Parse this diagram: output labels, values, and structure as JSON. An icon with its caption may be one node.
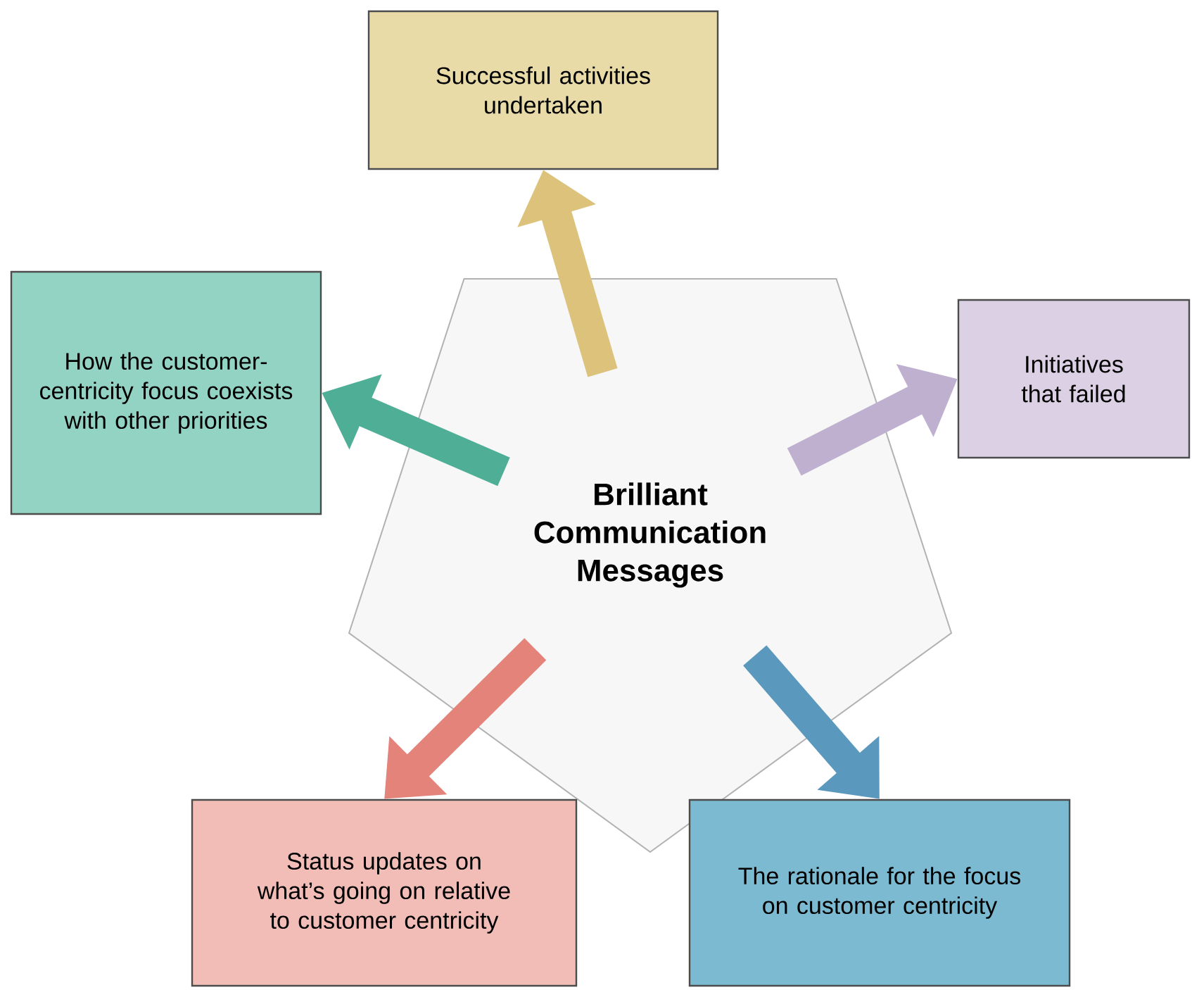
{
  "diagram": {
    "nodes": [
      {
        "text": [
          "Brilliant Communication Messages"
        ]
      },
      {
        "text": [
          "Successful activities undertaken"
        ]
      },
      {
        "text": [
          "How the customer-centricity focus coexists with other priorities"
        ]
      },
      {
        "text": [
          "Initiatives that failed"
        ]
      },
      {
        "text": [
          "Status updates on what’s going on relative to customer centricity"
        ]
      },
      {
        "text": [
          "The rationale for the focus on customer centricity"
        ]
      }
    ],
    "edges": [
      {
        "from": 0,
        "to": 1,
        "arrow": "to",
        "color": "#dcc27a"
      },
      {
        "from": 0,
        "to": 2,
        "arrow": "to",
        "color": "#4fae96"
      },
      {
        "from": 0,
        "to": 3,
        "arrow": "to",
        "color": "#bfb0cf"
      },
      {
        "from": 0,
        "to": 4,
        "arrow": "to",
        "color": "#e3837a"
      },
      {
        "from": 0,
        "to": 5,
        "arrow": "to",
        "color": "#5a98bd"
      }
    ]
  }
}
